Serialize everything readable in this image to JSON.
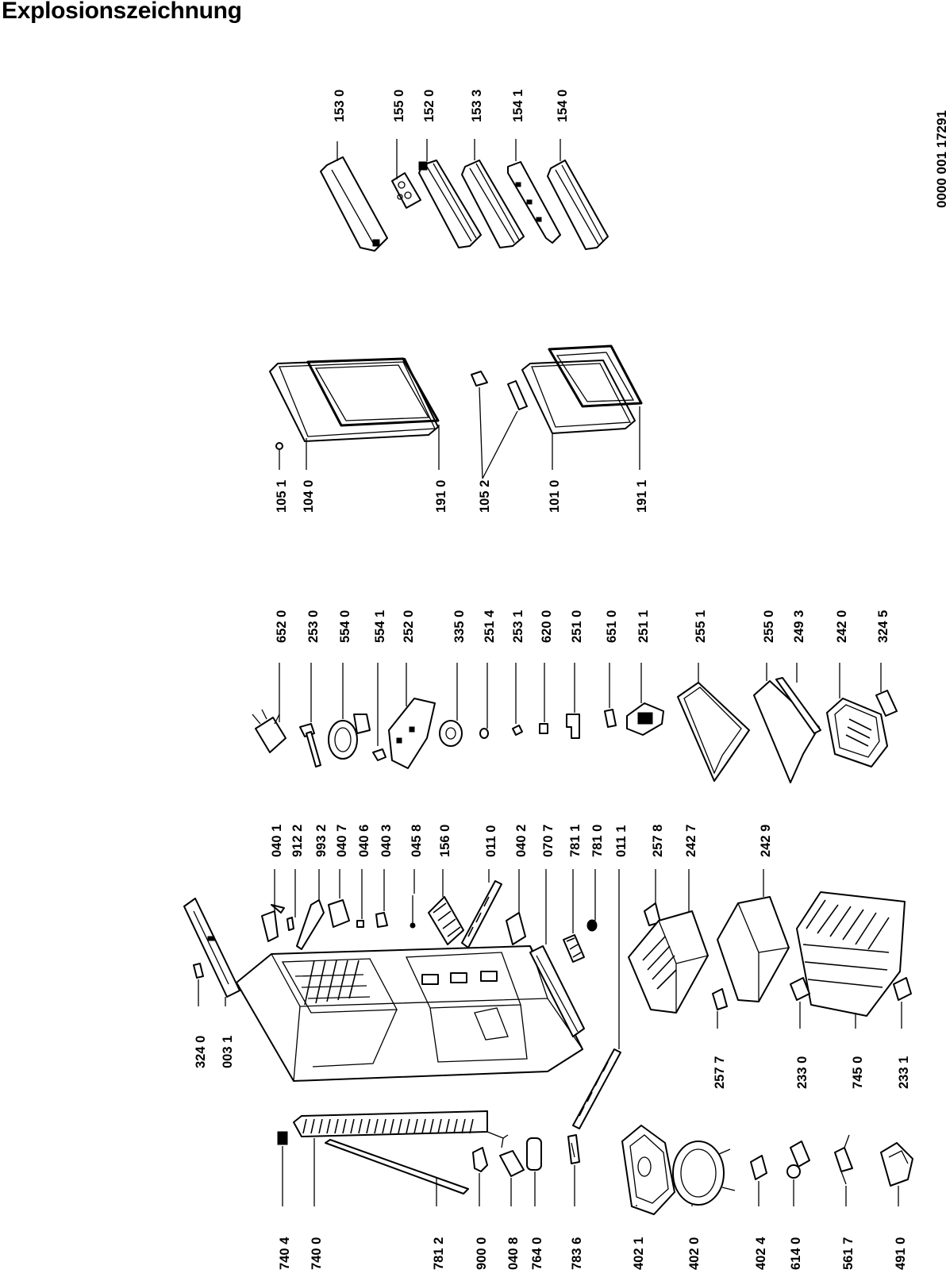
{
  "page": {
    "title": "Explosionszeichnung",
    "document_number": "0000 001 17291"
  },
  "parts": {
    "p1530": "153 0",
    "p1550": "155 0",
    "p1520": "152 0",
    "p1533": "153 3",
    "p1541": "154 1",
    "p1540": "154 0",
    "p1051": "105 1",
    "p1040": "104 0",
    "p1910": "191 0",
    "p1052": "105 2",
    "p1010": "101 0",
    "p1911": "191 1",
    "p6520": "652 0",
    "p2530": "253 0",
    "p5540": "554 0",
    "p5541": "554 1",
    "p2520": "252 0",
    "p3350": "335 0",
    "p2514": "251 4",
    "p2531": "253 1",
    "p6200": "620 0",
    "p2510": "251 0",
    "p6510": "651 0",
    "p2511": "251 1",
    "p2551": "255 1",
    "p2550": "255 0",
    "p2493": "249 3",
    "p2420": "242 0",
    "p3245": "324 5",
    "p0401": "040 1",
    "p9122": "912 2",
    "p9932": "993 2",
    "p0407": "040 7",
    "p0406": "040 6",
    "p0403": "040 3",
    "p0458": "045 8",
    "p1560": "156 0",
    "p0110": "011 0",
    "p0402": "040 2",
    "p0707": "070 7",
    "p7811": "781 1",
    "p7810": "781 0",
    "p0111": "011 1",
    "p2578": "257 8",
    "p2427": "242 7",
    "p2429": "242 9",
    "p3240": "324 0",
    "p0031": "003 1",
    "p2577": "257 7",
    "p2330": "233 0",
    "p7450": "745 0",
    "p2331": "233 1",
    "p7404": "740 4",
    "p7400": "740 0",
    "p7812": "781 2",
    "p9000": "900 0",
    "p0408": "040 8",
    "p7640": "764 0",
    "p7836": "783 6",
    "p4021": "402 1",
    "p4020": "402 0",
    "p4024": "402 4",
    "p6140": "614 0",
    "p5617": "561 7",
    "p4910": "491 0"
  }
}
